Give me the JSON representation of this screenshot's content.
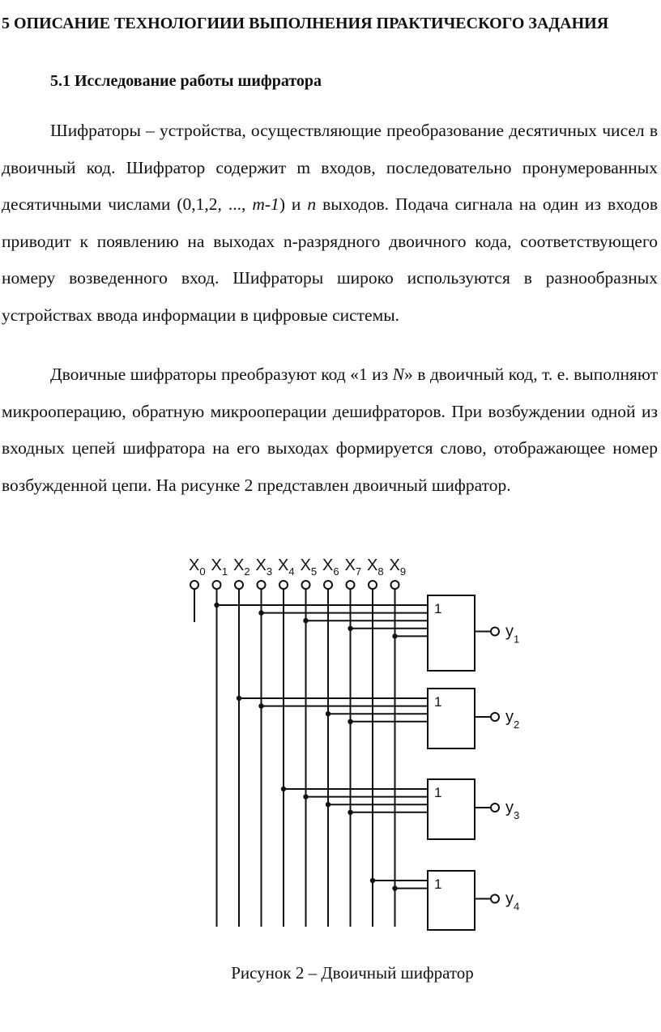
{
  "document": {
    "heading": "5 ОПИСАНИЕ ТЕХНОЛОГИИИ ВЫПОЛНЕНИЯ ПРАКТИЧЕСКОГО ЗАДАНИЯ",
    "subheading": "5.1 Исследование работы шифратора",
    "paragraph1": {
      "text_a": "Шифраторы – устройства, осуществляющие преобразование десятичных чисел в двоичный код. Шифратор содержит m входов, последовательно пронумерованных десятичными числами (0,1,2, ..., ",
      "italic_a": "m-1",
      "text_b": ") и ",
      "italic_b": "n",
      "text_c": " выходов. Подача сигнала на один из входов приводит к появлению на выходах n-разрядного двоичного кода, соответствующего номеру возведенного вход. Шифраторы широко используются в разнообразных устройствах ввода информации в цифровые системы."
    },
    "paragraph2": {
      "text_a": "Двоичные шифраторы преобразуют код «1 из ",
      "italic_a": "N",
      "text_b": "» в двоичный код, т. е. выполняют микрооперацию, обратную микрооперации дешифраторов. При возбуждении одной из входных цепей шифратора на его выходах формируется слово, отображающее номер возбужденной цепи. На рисунке 2 представлен двоичный шифратор."
    },
    "caption": "Рисунок 2 – Двоичный шифратор"
  },
  "figure": {
    "input_letter": "X",
    "inputs": [
      "0",
      "1",
      "2",
      "3",
      "4",
      "5",
      "6",
      "7",
      "8",
      "9"
    ],
    "output_letter": "y",
    "gate_label": "1",
    "gates": [
      {
        "output": "1",
        "inputs": [
          1,
          3,
          5,
          7,
          9
        ]
      },
      {
        "output": "2",
        "inputs": [
          2,
          3,
          6,
          7
        ]
      },
      {
        "output": "3",
        "inputs": [
          4,
          5,
          6,
          7
        ]
      },
      {
        "output": "4",
        "inputs": [
          8,
          9
        ]
      }
    ]
  }
}
